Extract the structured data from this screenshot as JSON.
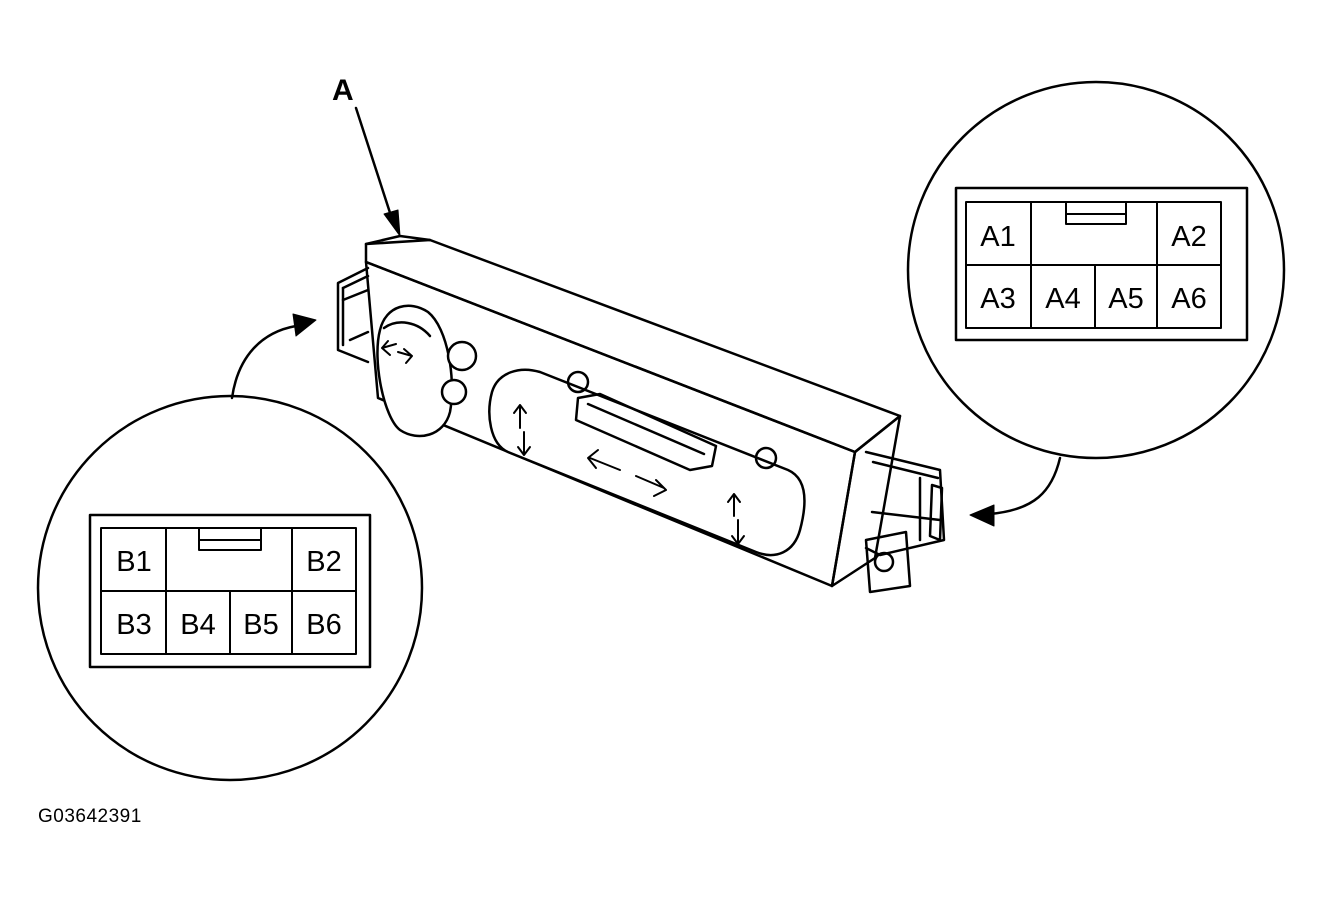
{
  "callout_label": "A",
  "figure_id": "G03642391",
  "connector_a": {
    "pins": [
      {
        "id": "A1"
      },
      {
        "id": "A2"
      },
      {
        "id": "A3"
      },
      {
        "id": "A4"
      },
      {
        "id": "A5"
      },
      {
        "id": "A6"
      }
    ]
  },
  "connector_b": {
    "pins": [
      {
        "id": "B1"
      },
      {
        "id": "B2"
      },
      {
        "id": "B3"
      },
      {
        "id": "B4"
      },
      {
        "id": "B5"
      },
      {
        "id": "B6"
      }
    ]
  },
  "colors": {
    "line": "#000000",
    "background": "#ffffff"
  }
}
